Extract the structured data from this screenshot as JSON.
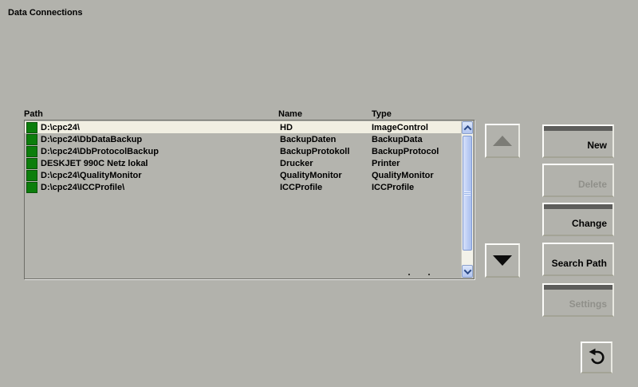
{
  "window": {
    "title": "Data Connections"
  },
  "list": {
    "columns": [
      {
        "label": "Path"
      },
      {
        "label": "Name"
      },
      {
        "label": "Type"
      }
    ],
    "rows": [
      {
        "path": "D:\\cpc24\\",
        "name": "HD",
        "type": "ImageControl",
        "selected": true
      },
      {
        "path": "D:\\cpc24\\DbDataBackup",
        "name": "BackupDaten",
        "type": "BackupData",
        "selected": false
      },
      {
        "path": "D:\\cpc24\\DbProtocolBackup",
        "name": "BackupProtokoll",
        "type": "BackupProtocol",
        "selected": false
      },
      {
        "path": "DESKJET 990C Netz lokal",
        "name": "Drucker",
        "type": "Printer",
        "selected": false
      },
      {
        "path": "D:\\cpc24\\QualityMonitor",
        "name": "QualityMonitor",
        "type": "QualityMonitor",
        "selected": false
      },
      {
        "path": "D:\\cpc24\\ICCProfile\\",
        "name": "ICCProfile",
        "type": "ICCProfile",
        "selected": false
      }
    ],
    "selected_index": 0,
    "row_icon": "green-square-status"
  },
  "scrollbar": {
    "orientation": "vertical",
    "up_icon": "chevron-up",
    "down_icon": "chevron-down"
  },
  "nav": {
    "up": {
      "icon": "triangle-up",
      "enabled": false
    },
    "down": {
      "icon": "triangle-down",
      "enabled": true
    }
  },
  "actions": [
    {
      "label": "New",
      "enabled": true,
      "top_bar": true
    },
    {
      "label": "Delete",
      "enabled": false,
      "top_bar": false
    },
    {
      "label": "Change",
      "enabled": true,
      "top_bar": true
    },
    {
      "label": "Search Path",
      "enabled": true,
      "top_bar": false
    },
    {
      "label": "Settings",
      "enabled": false,
      "top_bar": true
    }
  ],
  "back_button": {
    "icon": "return-arrow"
  },
  "colors": {
    "background": "#b2b2ac",
    "selected_row": "#f1efe2",
    "row_icon_green": "#0c7e0c",
    "button_top_bar": "#5d5d5b",
    "scroll_thumb": "#bccdf4",
    "scroll_track": "#f3f2e9"
  }
}
